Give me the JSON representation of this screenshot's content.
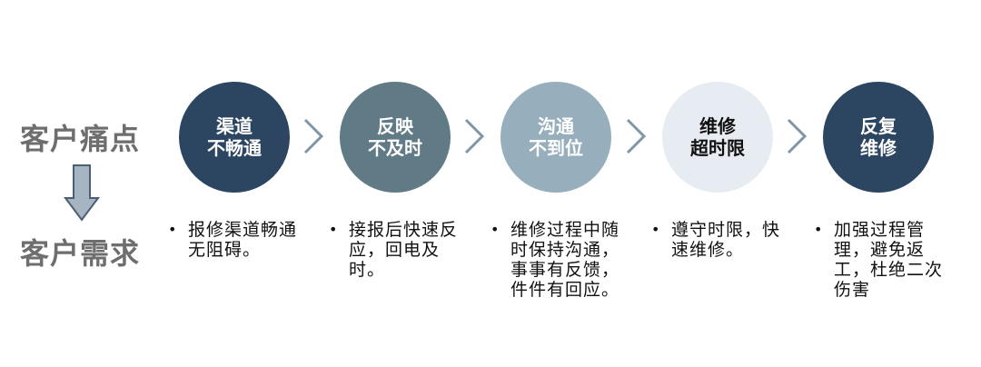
{
  "labels": {
    "pain": "客户痛点",
    "need": "客户需求"
  },
  "bullet": "•",
  "steps": [
    {
      "line1": "渠道",
      "line2": "不畅通",
      "color": "#2c4662",
      "text_color": "#ffffff",
      "desc": "报修渠道畅通无阻碍。"
    },
    {
      "line1": "反映",
      "line2": "不及时",
      "color": "#617b86",
      "text_color": "#ffffff",
      "desc": "接报后快速反应，回电及时。"
    },
    {
      "line1": "沟通",
      "line2": "不到位",
      "color": "#97aebd",
      "text_color": "#ffffff",
      "desc": "维修过程中随时保持沟通，事事有反馈，件件有回应。"
    },
    {
      "line1": "维修",
      "line2": "超时限",
      "color": "#e6ecf1",
      "text_color": "#111111",
      "desc": "遵守时限，快速维修。"
    },
    {
      "line1": "反复",
      "line2": "维修",
      "color": "#2c4662",
      "text_color": "#ffffff",
      "desc": "加强过程管理，避免返工，杜绝二次伤害"
    }
  ],
  "colors": {
    "label": "#6e6e6e",
    "chevron": "#7f96a6",
    "arrow_fill": "#a7b4c2",
    "arrow_stroke": "#4a5e74"
  },
  "icons": {
    "chevron": "chevron-right-icon",
    "down_arrow": "down-arrow-icon"
  }
}
